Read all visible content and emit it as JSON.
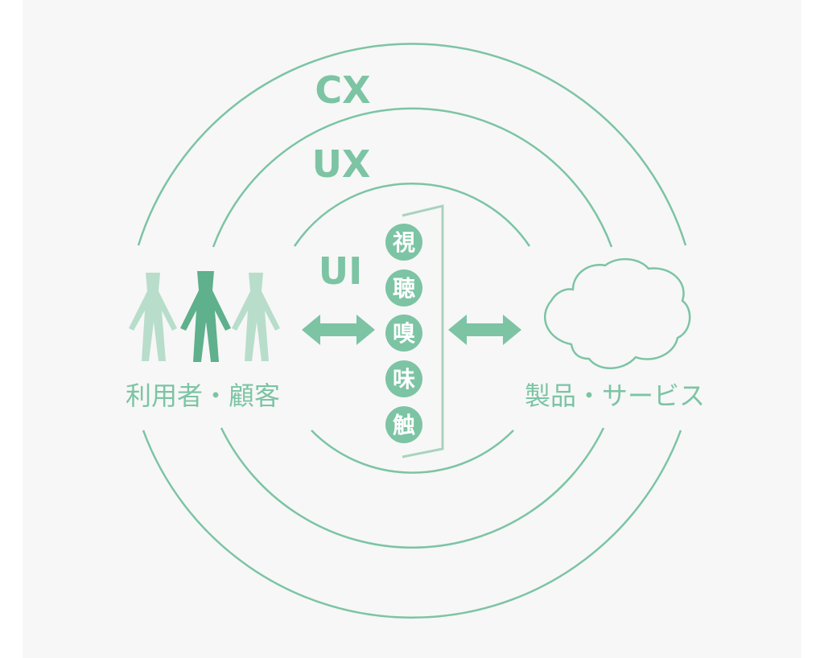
{
  "colors": {
    "background": "#f7f7f7",
    "accent": "#7cc4a4",
    "accent_dark": "#5fb08c",
    "accent_light": "#b8ddcb",
    "panel_line": "#a9d3bf"
  },
  "rings": {
    "cx": "CX",
    "ux": "UX",
    "ui": "UI"
  },
  "senses": [
    "視",
    "聴",
    "嗅",
    "味",
    "触"
  ],
  "left": {
    "label": "利用者・顧客",
    "icon": "people-icon"
  },
  "right": {
    "label": "製品・サービス",
    "icon": "cloud-icon"
  },
  "arrows": {
    "icon": "double-arrow-icon"
  }
}
